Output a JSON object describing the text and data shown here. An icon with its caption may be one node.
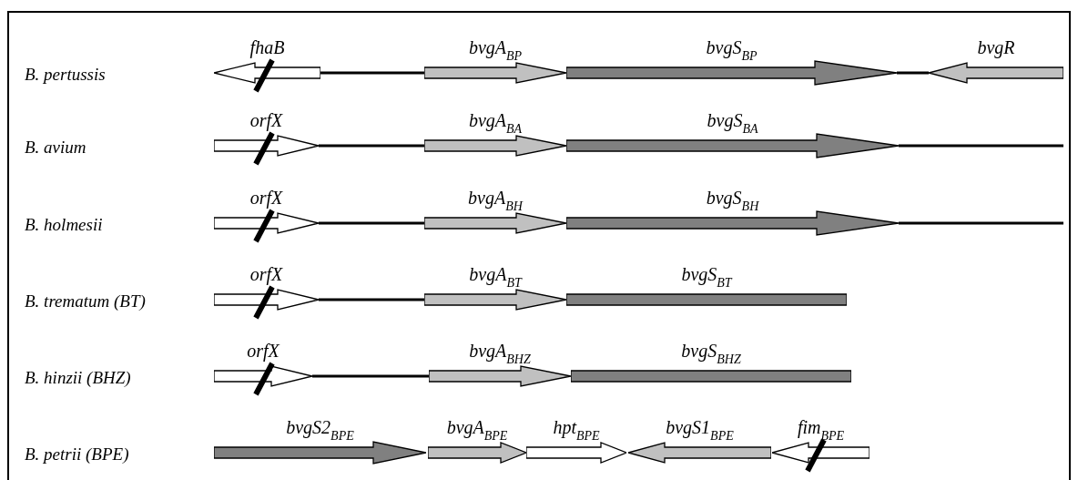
{
  "diagram": {
    "nodes": [
      {
        "text": [
          "fhaB"
        ]
      },
      {
        "text": [
          "bvgA$_{BP}$"
        ]
      },
      {
        "text": [
          "bvgS$_{BP}$"
        ]
      },
      {
        "text": [
          "bvgR"
        ]
      },
      {
        "text": [
          "orfX"
        ]
      },
      {
        "text": [
          "bvgA$_{BA}$"
        ]
      },
      {
        "text": [
          "bvgS$_{BA}$"
        ]
      },
      {
        "text": [
          "orfX"
        ]
      },
      {
        "text": [
          "bvgA$_{BH}$"
        ]
      },
      {
        "text": [
          "bvgS$_{BH}$"
        ]
      },
      {
        "text": [
          "orfX"
        ]
      },
      {
        "text": [
          "bvgA$_{BT}$"
        ]
      },
      {
        "text": [
          "bvgS$_{BT}$"
        ]
      },
      {
        "text": [
          "orfX"
        ]
      },
      {
        "text": [
          "bvgA$_{BHZ}$"
        ]
      },
      {
        "text": [
          "bvgS$_{BHZ}$"
        ]
      },
      {
        "text": [
          "bvgS2$_{BPE}$"
        ]
      },
      {
        "text": [
          "bvgA$_{BPE}$"
        ]
      },
      {
        "text": [
          "hpt$_{BPE}$"
        ]
      },
      {
        "text": [
          "bvgS1$_{BPE}$"
        ]
      },
      {
        "text": [
          "fim$_{BPE}$"
        ]
      }
    ],
    "edges": [
      {
        "from": 0,
        "to": 1,
        "arrow": "none"
      },
      {
        "from": 2,
        "to": 3,
        "arrow": "none"
      },
      {
        "from": 4,
        "to": 5,
        "arrow": "none"
      },
      {
        "from": 6,
        "to": null,
        "arrow": "none"
      },
      {
        "from": 7,
        "to": 8,
        "arrow": "none"
      },
      {
        "from": 9,
        "to": null,
        "arrow": "none"
      },
      {
        "from": 10,
        "to": 11,
        "arrow": "none"
      },
      {
        "from": 13,
        "to": 14,
        "arrow": "none"
      }
    ],
    "labels": [
      "B. pertussis",
      "B. avium",
      "B. holmesii",
      "B. trematum (BT)",
      "B. hinzii (BHZ)",
      "B. petrii (BPE)"
    ]
  }
}
